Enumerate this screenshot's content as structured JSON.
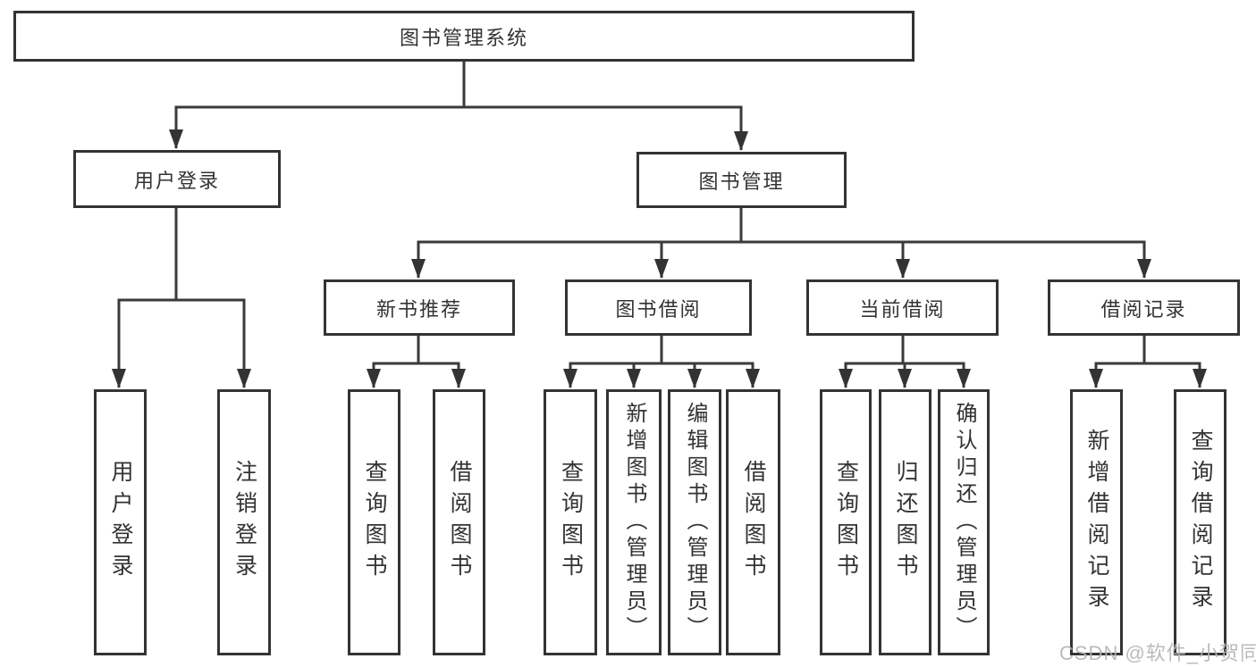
{
  "title": "图书管理系统",
  "watermark": "CSDN @软件_小贺同学",
  "colors": {
    "line": "#3a3a3a",
    "border": "#333333",
    "text": "#333333",
    "background": "#ffffff",
    "watermark": "#b3b3b3"
  },
  "nodes": {
    "root": {
      "label": "图书管理系统"
    },
    "userLogin": {
      "label": "用户登录"
    },
    "bookMgmt": {
      "label": "图书管理"
    },
    "newBookRec": {
      "label": "新书推荐"
    },
    "bookBorrow": {
      "label": "图书借阅"
    },
    "currentBorrow": {
      "label": "当前借阅"
    },
    "borrowRecords": {
      "label": "借阅记录"
    },
    "leafUserLogin": {
      "label": "用户登录"
    },
    "leafLogout": {
      "label": "注销登录"
    },
    "leafQueryBook1": {
      "label": "查询图书"
    },
    "leafBorrowBook1": {
      "label": "借阅图书"
    },
    "leafQueryBook2": {
      "label": "查询图书"
    },
    "leafAddBook": {
      "label": "新增图书（管理员）"
    },
    "leafEditBook": {
      "label": "编辑图书（管理员）"
    },
    "leafBorrowBook2": {
      "label": "借阅图书"
    },
    "leafQueryBook3": {
      "label": "查询图书"
    },
    "leafReturnBook": {
      "label": "归还图书"
    },
    "leafConfirmReturn": {
      "label": "确认归还（管理员）"
    },
    "leafAddRecord": {
      "label": "新增借阅记录"
    },
    "leafQueryRecord": {
      "label": "查询借阅记录"
    }
  },
  "hierarchy": {
    "图书管理系统": [
      "用户登录",
      "图书管理"
    ],
    "用户登录": [
      "用户登录",
      "注销登录"
    ],
    "图书管理": [
      "新书推荐",
      "图书借阅",
      "当前借阅",
      "借阅记录"
    ],
    "新书推荐": [
      "查询图书",
      "借阅图书"
    ],
    "图书借阅": [
      "查询图书",
      "新增图书（管理员）",
      "编辑图书（管理员）",
      "借阅图书"
    ],
    "当前借阅": [
      "查询图书",
      "归还图书",
      "确认归还（管理员）"
    ],
    "借阅记录": [
      "新增借阅记录",
      "查询借阅记录"
    ]
  }
}
